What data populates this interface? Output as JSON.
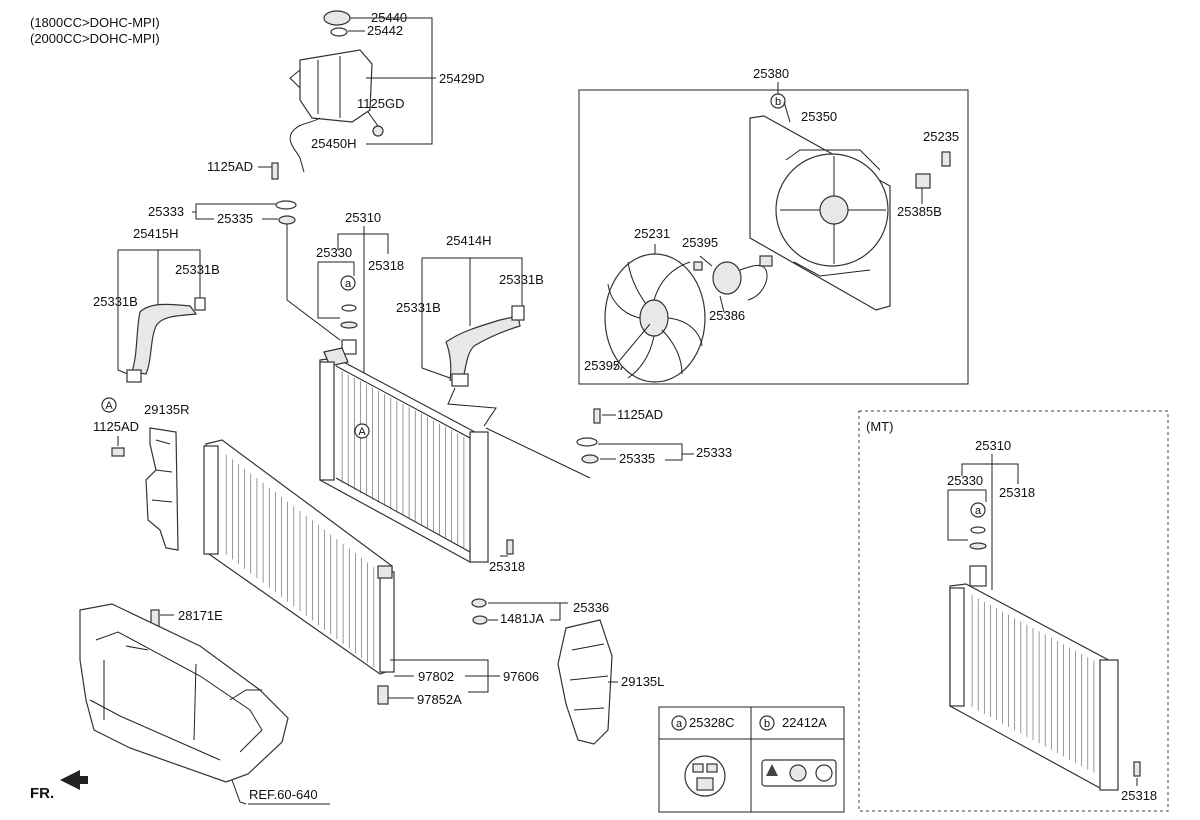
{
  "header": {
    "engine_line_1": "(1800CC>DOHC-MPI)",
    "engine_line_2": "(2000CC>DOHC-MPI)"
  },
  "callouts": {
    "p25440": "25440",
    "p25442": "25442",
    "p25429D": "25429D",
    "p1125GD": "1125GD",
    "p25450H": "25450H",
    "p1125AD_top": "1125AD",
    "p25333_left": "25333",
    "p25335_left": "25335",
    "p25310": "25310",
    "p25415H": "25415H",
    "p25331B_a": "25331B",
    "p25331B_b": "25331B",
    "p25330": "25330",
    "p25318_a": "25318",
    "p25414H": "25414H",
    "p25331B_c": "25331B",
    "p25331B_d": "25331B",
    "p29135R": "29135R",
    "p1125AD_left": "1125AD",
    "p1125AD_right": "1125AD",
    "p25335_right": "25335",
    "p25333_right": "25333",
    "p25318_b": "25318",
    "p25336": "25336",
    "p1481JA": "1481JA",
    "p28171E": "28171E",
    "p97802": "97802",
    "p97606": "97606",
    "p97852A": "97852A",
    "p29135L": "29135L",
    "ref": "REF.60-640",
    "fr": "FR."
  },
  "markers": {
    "a": "a",
    "b": "b",
    "A": "A"
  },
  "fan_assembly": {
    "p25380": "25380",
    "p25350": "25350",
    "p25235": "25235",
    "p25385B": "25385B",
    "p25231": "25231",
    "p25395": "25395",
    "p25386": "25386",
    "p25395A": "25395A"
  },
  "mt_variant": {
    "title": "(MT)",
    "p25310": "25310",
    "p25330": "25330",
    "p25318_a": "25318",
    "p25318_b": "25318"
  },
  "legend": {
    "a_part": "25328C",
    "b_part": "22412A"
  }
}
